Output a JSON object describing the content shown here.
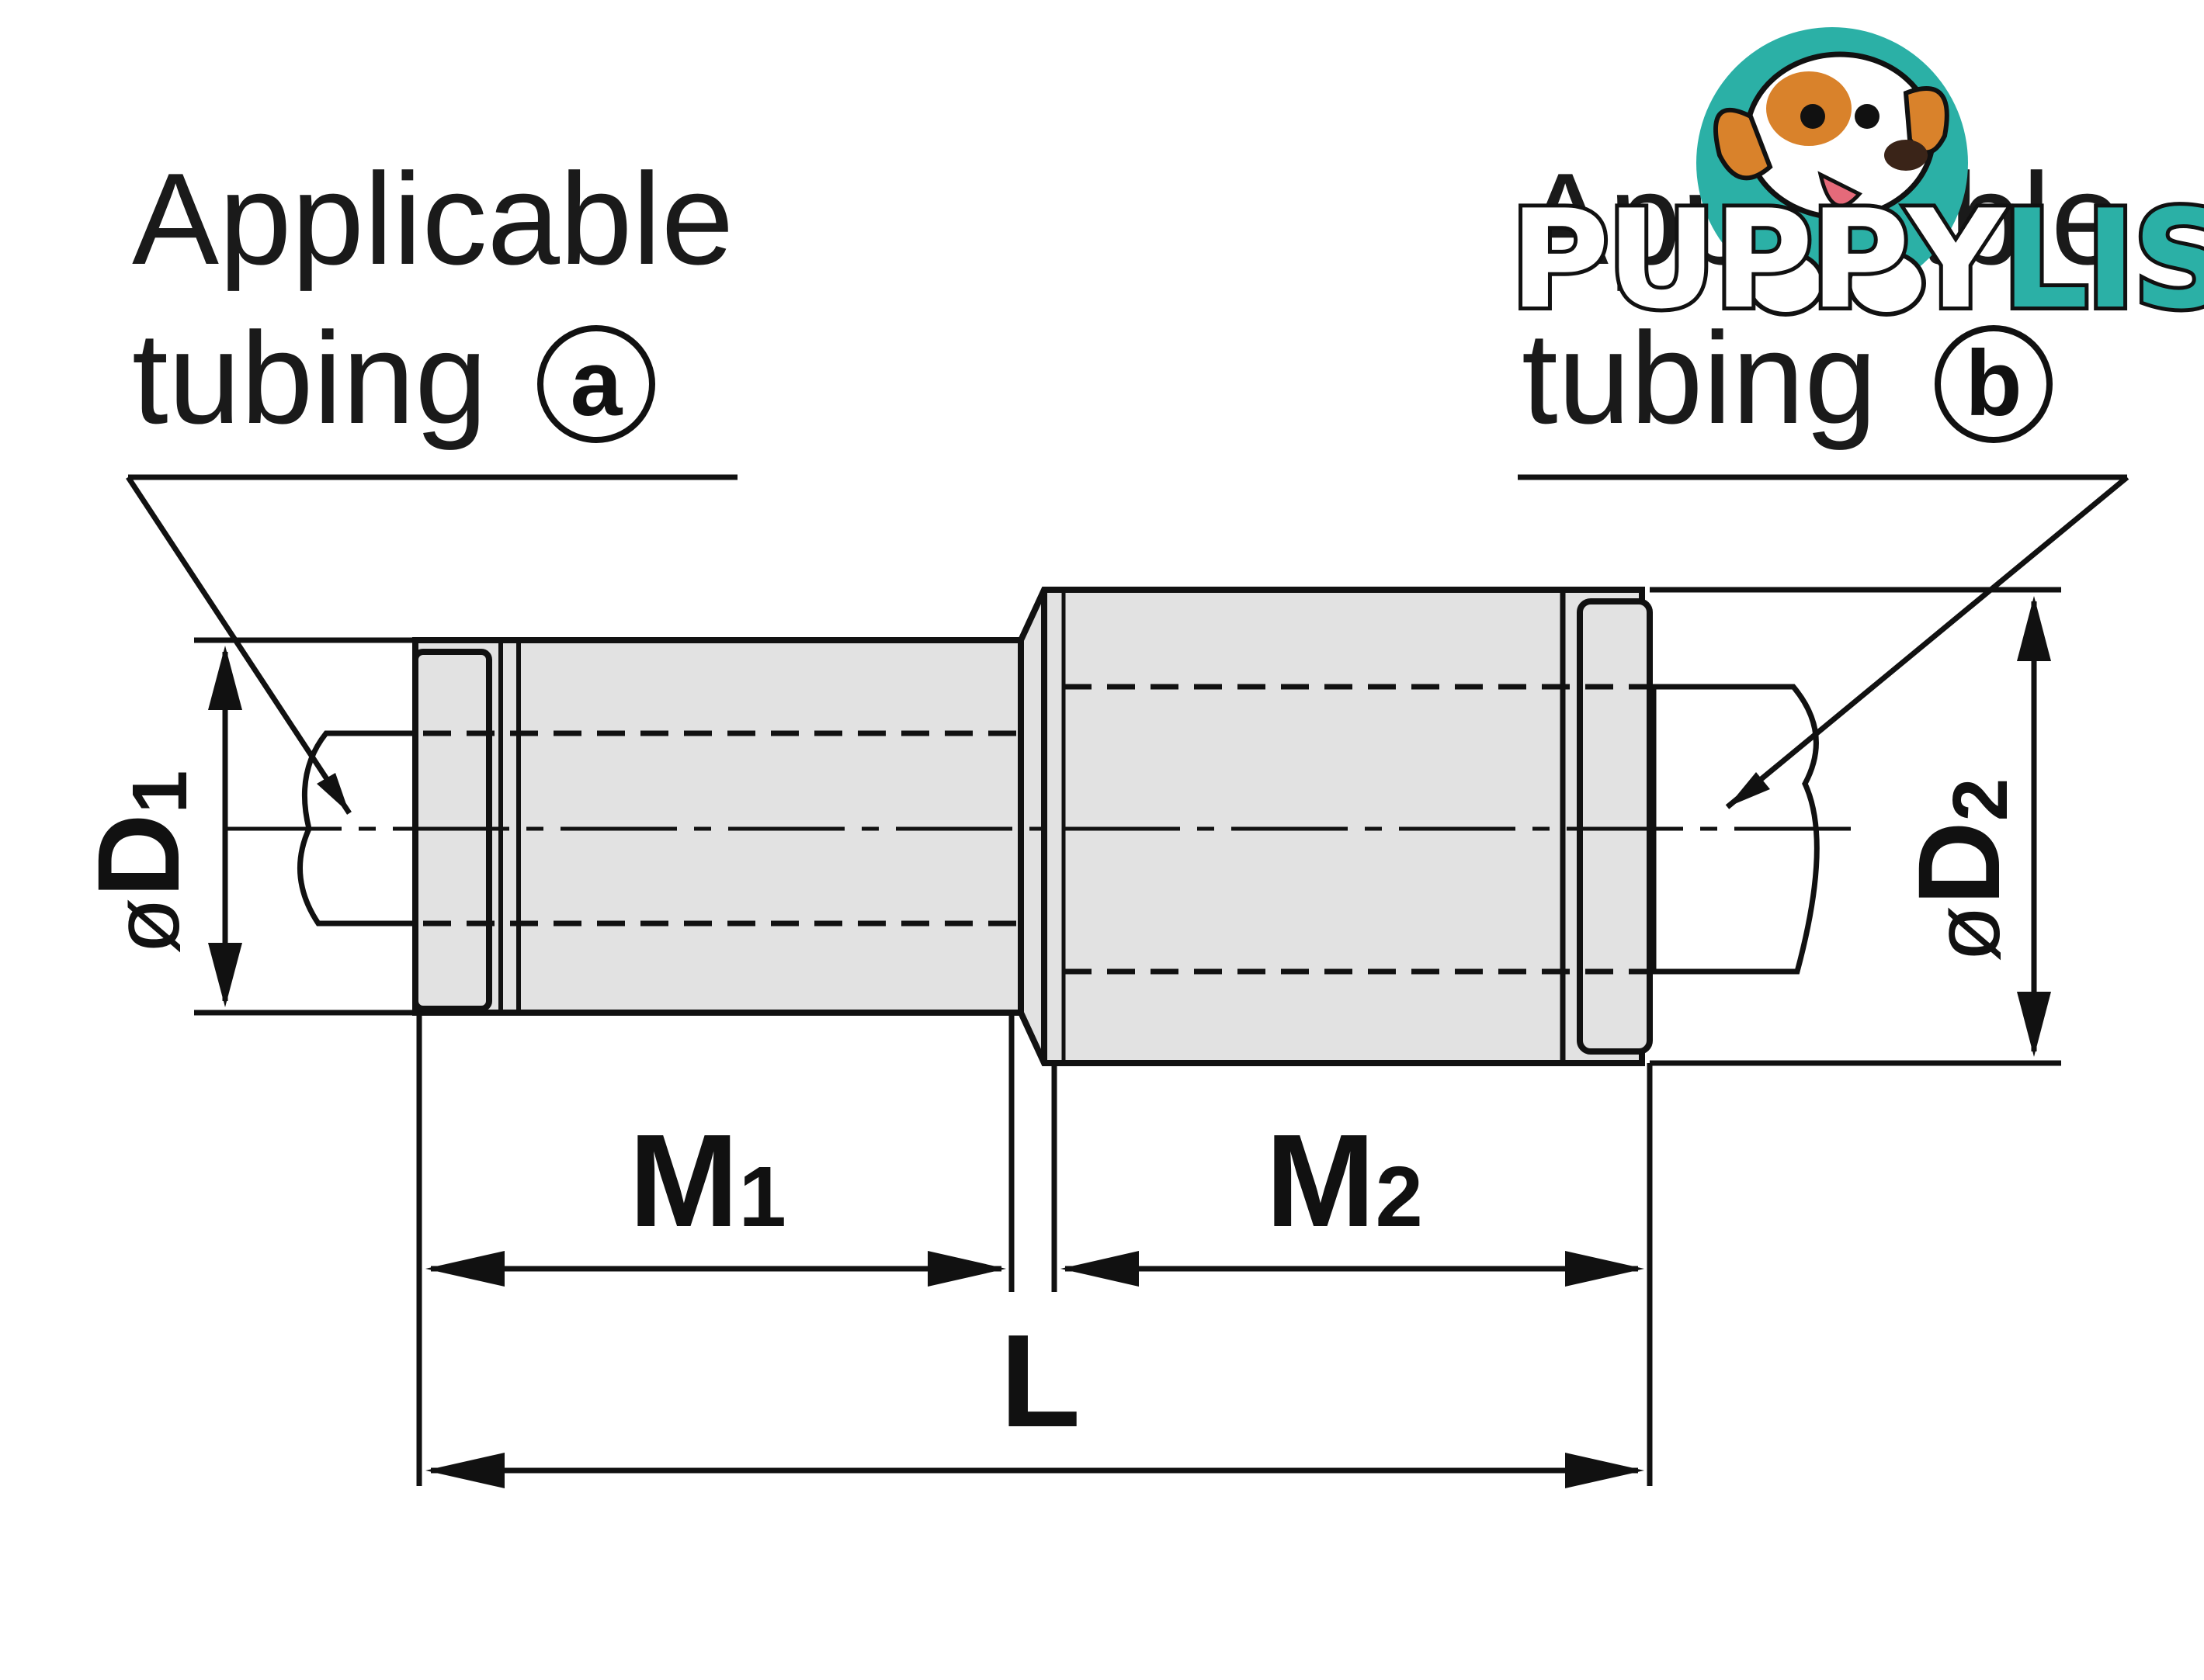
{
  "labels": {
    "tubing_a_line1": "Applicable",
    "tubing_a_line2": "tubing",
    "tubing_a_mark": "a",
    "tubing_b_line1": "Applicable",
    "tubing_b_line2": "tubing",
    "tubing_b_mark": "b"
  },
  "dimensions": {
    "d1_symbol": "ø",
    "d1_letter": "D",
    "d1_sub": "1",
    "d2_symbol": "ø",
    "d2_letter": "D",
    "d2_sub": "2",
    "m1_letter": "M",
    "m1_sub": "1",
    "m2_letter": "M",
    "m2_sub": "2",
    "l_letter": "L"
  },
  "watermark": {
    "brand_part1": "PUPPY",
    "brand_part2": "LIST",
    "icon": "puppy-mascot-icon"
  },
  "colors": {
    "line": "#111111",
    "body_fill": "#e2e2e2",
    "watermark_teal": "#2bb0a6",
    "watermark_outline": "#111111"
  }
}
